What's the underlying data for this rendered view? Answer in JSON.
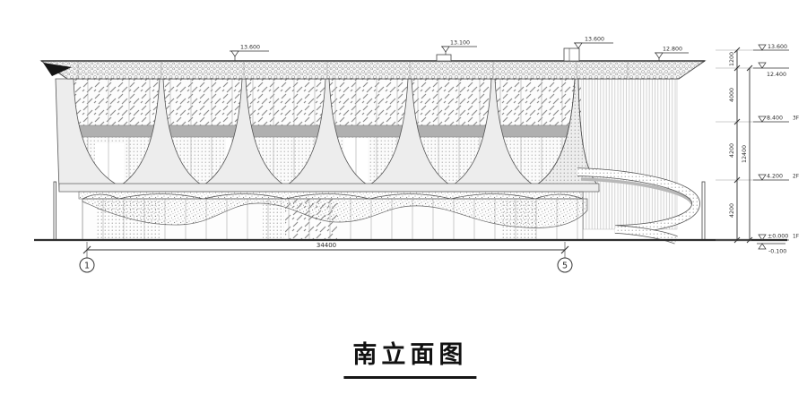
{
  "title": "南立面图",
  "top_markers": [
    {
      "value": "13.600"
    },
    {
      "value": "13.100"
    },
    {
      "value": "13.600"
    },
    {
      "value": "12.800"
    }
  ],
  "right_scale": {
    "segments": [
      "1200",
      "4000",
      "4200",
      "4200"
    ],
    "total": "12400",
    "levels": [
      {
        "value": "13.600",
        "floor": ""
      },
      {
        "value": "12.400",
        "floor": ""
      },
      {
        "value": "8.400",
        "floor": "3F"
      },
      {
        "value": "4.200",
        "floor": "2F"
      },
      {
        "value": "±0.000",
        "floor": "1F"
      },
      {
        "value": "-0.100",
        "floor": ""
      }
    ]
  },
  "bottom": {
    "overall_dimension": "34400",
    "grid_bubbles": [
      {
        "label": "1"
      },
      {
        "label": "5"
      }
    ]
  },
  "colors": {
    "line": "#3a3a3a",
    "gray_band": "#b0b0b0",
    "light_fill": "#ededed"
  }
}
